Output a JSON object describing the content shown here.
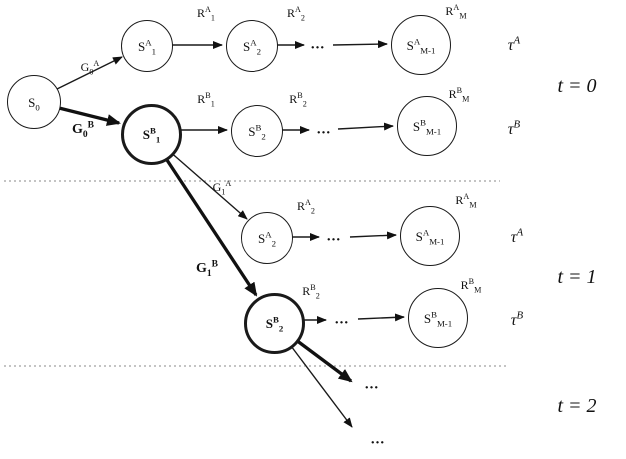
{
  "nodes": {
    "s0": [
      [
        "span",
        "S"
      ],
      [
        "sub",
        "0"
      ]
    ],
    "t0_sa1": [
      [
        "span",
        "S"
      ],
      [
        "sup",
        "A"
      ],
      [
        "sub",
        "1"
      ]
    ],
    "t0_sa2": [
      [
        "span",
        "S"
      ],
      [
        "sup",
        "A"
      ],
      [
        "sub",
        "2"
      ]
    ],
    "t0_sam": [
      [
        "span",
        "S"
      ],
      [
        "sup",
        "A"
      ],
      [
        "sub",
        "M-1"
      ]
    ],
    "t0_sb1": [
      [
        "span",
        "S"
      ],
      [
        "sup",
        "B"
      ],
      [
        "sub",
        "1"
      ]
    ],
    "t0_sb2": [
      [
        "span",
        "S"
      ],
      [
        "sup",
        "B"
      ],
      [
        "sub",
        "2"
      ]
    ],
    "t0_sbm": [
      [
        "span",
        "S"
      ],
      [
        "sup",
        "B"
      ],
      [
        "sub",
        "M-1"
      ]
    ],
    "t1_sa2": [
      [
        "span",
        "S"
      ],
      [
        "sup",
        "A"
      ],
      [
        "sub",
        "2"
      ]
    ],
    "t1_sam": [
      [
        "span",
        "S"
      ],
      [
        "sup",
        "A"
      ],
      [
        "sub",
        "M-1"
      ]
    ],
    "t1_sb2": [
      [
        "span",
        "S"
      ],
      [
        "sup",
        "B"
      ],
      [
        "sub",
        "2"
      ]
    ],
    "t1_sbm": [
      [
        "span",
        "S"
      ],
      [
        "sup",
        "B"
      ],
      [
        "sub",
        "M-1"
      ]
    ]
  },
  "rewards": {
    "t0_ra1": [
      [
        "span",
        "R"
      ],
      [
        "sup",
        "A"
      ],
      [
        "sub",
        "1"
      ]
    ],
    "t0_ra2": [
      [
        "span",
        "R"
      ],
      [
        "sup",
        "A"
      ],
      [
        "sub",
        "2"
      ]
    ],
    "t0_ram": [
      [
        "span",
        "R"
      ],
      [
        "sup",
        "A"
      ],
      [
        "sub",
        "M"
      ]
    ],
    "t0_rb1": [
      [
        "span",
        "R"
      ],
      [
        "sup",
        "B"
      ],
      [
        "sub",
        "1"
      ]
    ],
    "t0_rb2": [
      [
        "span",
        "R"
      ],
      [
        "sup",
        "B"
      ],
      [
        "sub",
        "2"
      ]
    ],
    "t0_rbm": [
      [
        "span",
        "R"
      ],
      [
        "sup",
        "B"
      ],
      [
        "sub",
        "M"
      ]
    ],
    "t1_ra2": [
      [
        "span",
        "R"
      ],
      [
        "sup",
        "A"
      ],
      [
        "sub",
        "2"
      ]
    ],
    "t1_ram": [
      [
        "span",
        "R"
      ],
      [
        "sup",
        "A"
      ],
      [
        "sub",
        "M"
      ]
    ],
    "t1_rb2": [
      [
        "span",
        "R"
      ],
      [
        "sup",
        "B"
      ],
      [
        "sub",
        "2"
      ]
    ],
    "t1_rbm": [
      [
        "span",
        "R"
      ],
      [
        "sup",
        "B"
      ],
      [
        "sub",
        "M"
      ]
    ]
  },
  "actions": {
    "g0a": [
      [
        "span",
        "G"
      ],
      [
        "sub",
        "0"
      ],
      [
        "sup",
        "A"
      ]
    ],
    "g0b": [
      [
        "span",
        "G"
      ],
      [
        "sub",
        "0"
      ],
      [
        "sup",
        "B"
      ]
    ],
    "g1a": [
      [
        "span",
        "G"
      ],
      [
        "sub",
        "1"
      ],
      [
        "sup",
        "A"
      ]
    ],
    "g1b": [
      [
        "span",
        "G"
      ],
      [
        "sub",
        "1"
      ],
      [
        "sup",
        "B"
      ]
    ]
  },
  "tau": {
    "a": [
      [
        "span",
        "τ"
      ],
      [
        "sup",
        "A"
      ]
    ],
    "b": [
      [
        "span",
        "τ"
      ],
      [
        "sup",
        "B"
      ]
    ]
  },
  "time_labels": {
    "t0": "t = 0",
    "t1": "t = 1",
    "t2": "t = 2"
  },
  "ellipsis": "..."
}
